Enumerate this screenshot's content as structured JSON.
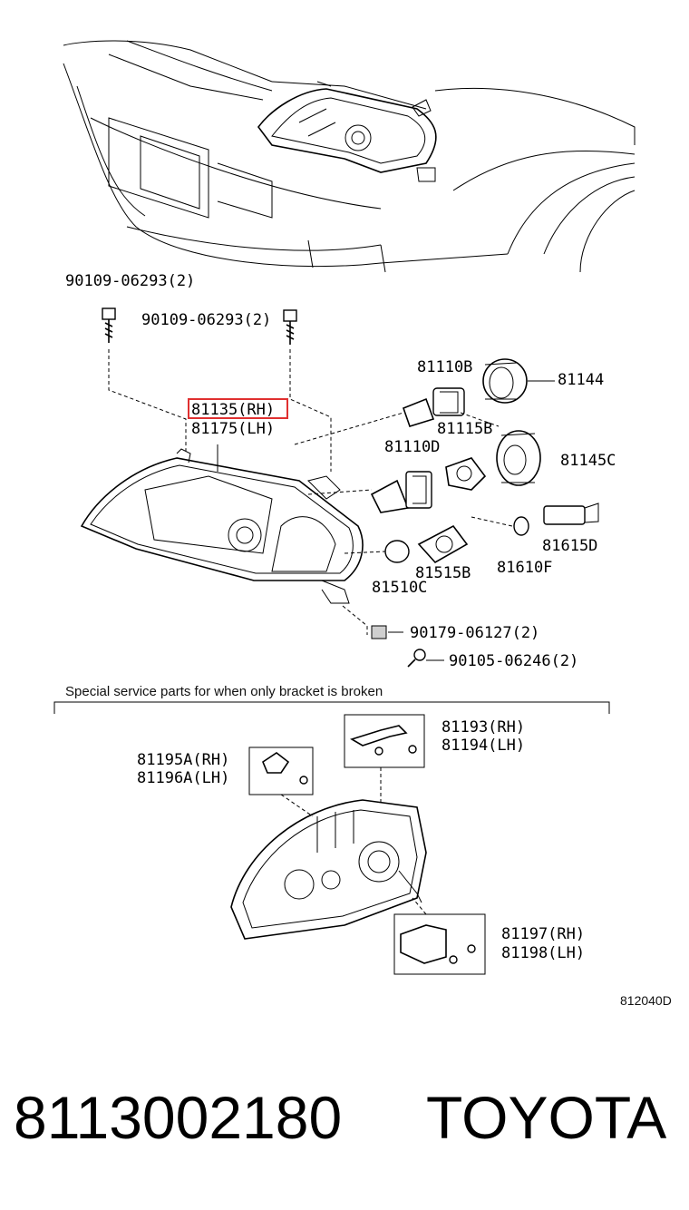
{
  "labels": {
    "bolt_left": "90109-06293(2)",
    "bolt_right": "90109-06293(2)",
    "headlamp_rh": "81135(RH)",
    "headlamp_lh": "81175(LH)",
    "bulb_81110b": "81110B",
    "socket_81144": "81144",
    "socket_81115b": "81115B",
    "bulb_81110d": "81110D",
    "socket_81145c": "81145C",
    "socket_81615d": "81615D",
    "bulb_81610f": "81610F",
    "socket_81515b": "81515B",
    "bulb_81510c": "81510C",
    "clip_90179": "90179-06127(2)",
    "screw_90105": "90105-06246(2)",
    "bracket_81193": "81193(RH)",
    "bracket_81194": "81194(LH)",
    "bracket_81195a": "81195A(RH)",
    "bracket_81196a": "81196A(LH)",
    "bracket_81197": "81197(RH)",
    "bracket_81198": "81198(LH)"
  },
  "special_note": "Special service parts for when only bracket is broken",
  "diagram_code": "812040D",
  "part_number": "8113002180",
  "brand": "TOYOTA",
  "highlight_color": "#e03030"
}
